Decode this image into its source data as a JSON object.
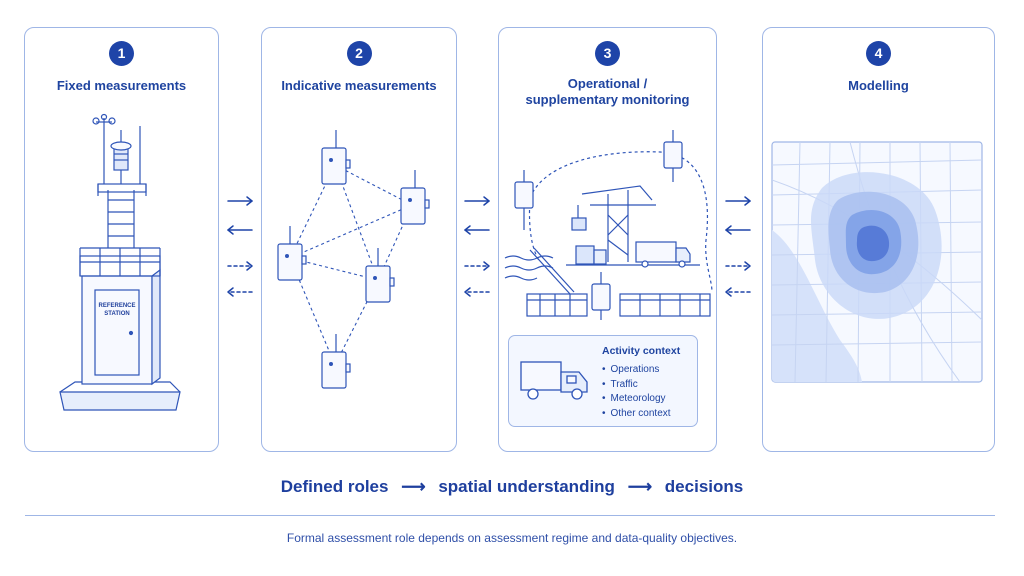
{
  "panels": [
    {
      "number": "1",
      "title": "Fixed measurements",
      "station_label": "REFERENCE STATION"
    },
    {
      "number": "2",
      "title": "Indicative measurements"
    },
    {
      "number": "3",
      "title_line1": "Operational /",
      "title_line2": "supplementary monitoring",
      "context": {
        "title": "Activity context",
        "items": [
          "Operations",
          "Traffic",
          "Meteorology",
          "Other context"
        ]
      }
    },
    {
      "number": "4",
      "title": "Modelling"
    }
  ],
  "tagline": {
    "part1": "Defined roles",
    "arrow": "⟶",
    "part2": "spatial understanding",
    "part3": "decisions"
  },
  "footnote": "Formal assessment role depends on assessment regime and data-quality objectives.",
  "colors": {
    "primary": "#1e44a8",
    "line": "#2f55b8",
    "border": "#9fb6e6",
    "fill_light": "#dbe6fb"
  }
}
